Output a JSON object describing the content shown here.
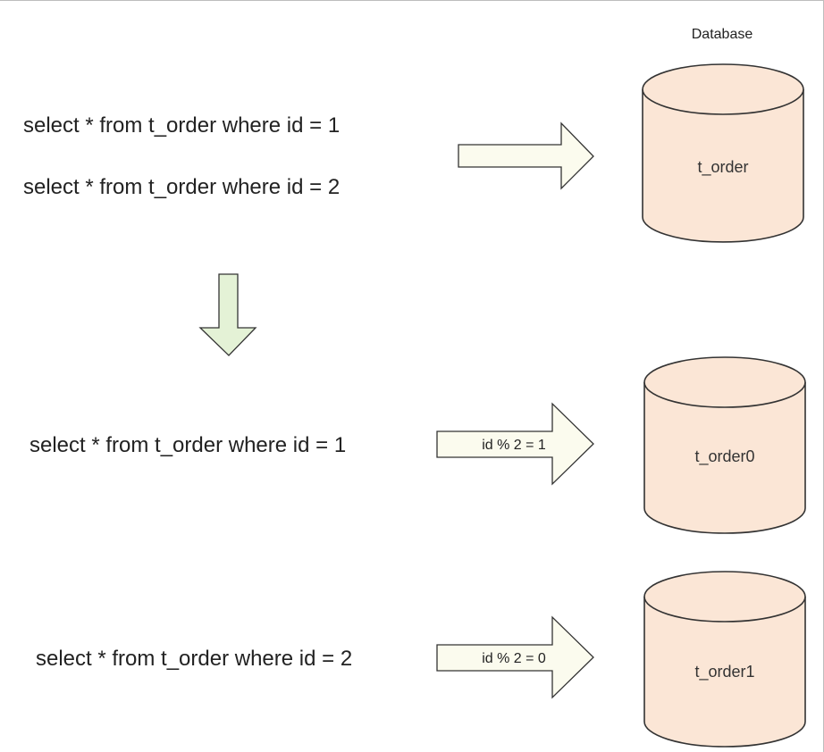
{
  "database_header": "Database",
  "queries_before": [
    "select * from t_order where id = 1",
    "select * from t_order where id = 2"
  ],
  "table_before": "t_order",
  "routes": [
    {
      "query": "select * from t_order where id = 1",
      "condition": "id % 2 = 1",
      "table": "t_order0"
    },
    {
      "query": "select * from t_order where id = 2",
      "condition": "id % 2 = 0",
      "table": "t_order1"
    }
  ],
  "colors": {
    "cylinder_fill": "#fbe6d6",
    "arrow_fill": "#fbfbee",
    "down_arrow_fill": "#e4f2d6"
  }
}
